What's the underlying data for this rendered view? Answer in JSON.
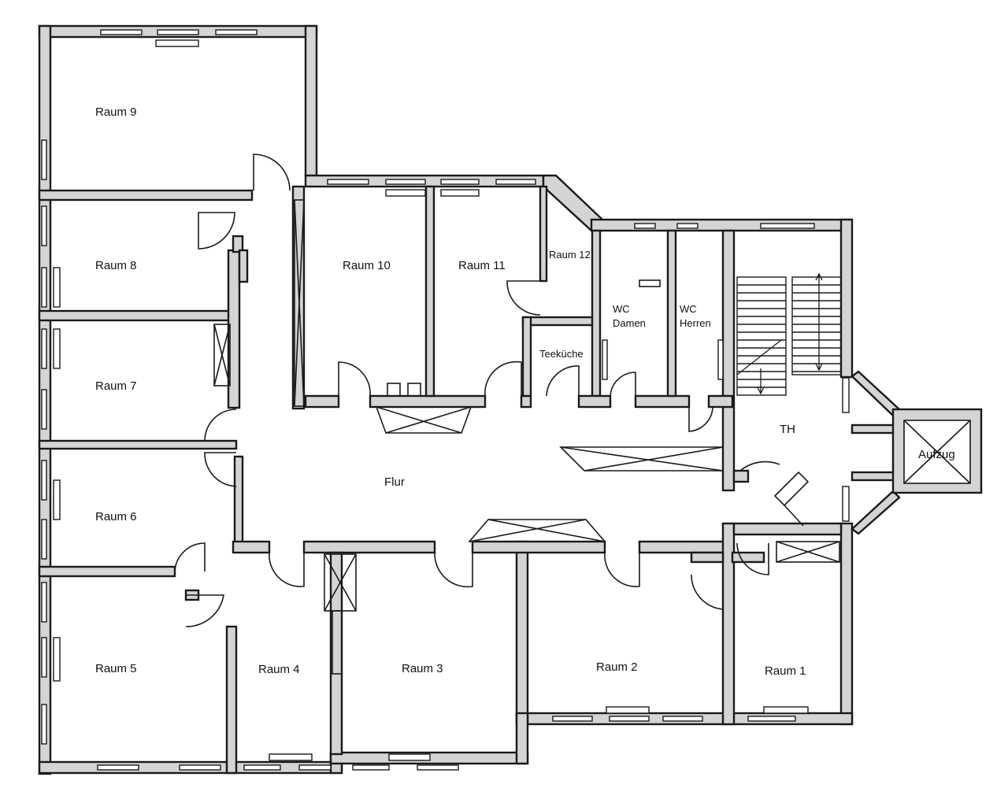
{
  "rooms": {
    "raum9": "Raum 9",
    "raum8": "Raum 8",
    "raum7": "Raum 7",
    "raum6": "Raum 6",
    "raum5": "Raum 5",
    "raum4": "Raum 4",
    "raum3": "Raum 3",
    "raum2": "Raum 2",
    "raum1": "Raum 1",
    "raum10": "Raum 10",
    "raum11": "Raum 11",
    "raum12": "Raum 12",
    "teekueche": "Teeküche",
    "wc_damen": [
      "WC",
      "Damen"
    ],
    "wc_herren": [
      "WC",
      "Herren"
    ],
    "th": "TH",
    "flur": "Flur",
    "aufzug": "Aufzug"
  },
  "colors": {
    "wall_fill": "#d4d4d4",
    "line": "#1a1a1a",
    "background": "#ffffff"
  }
}
